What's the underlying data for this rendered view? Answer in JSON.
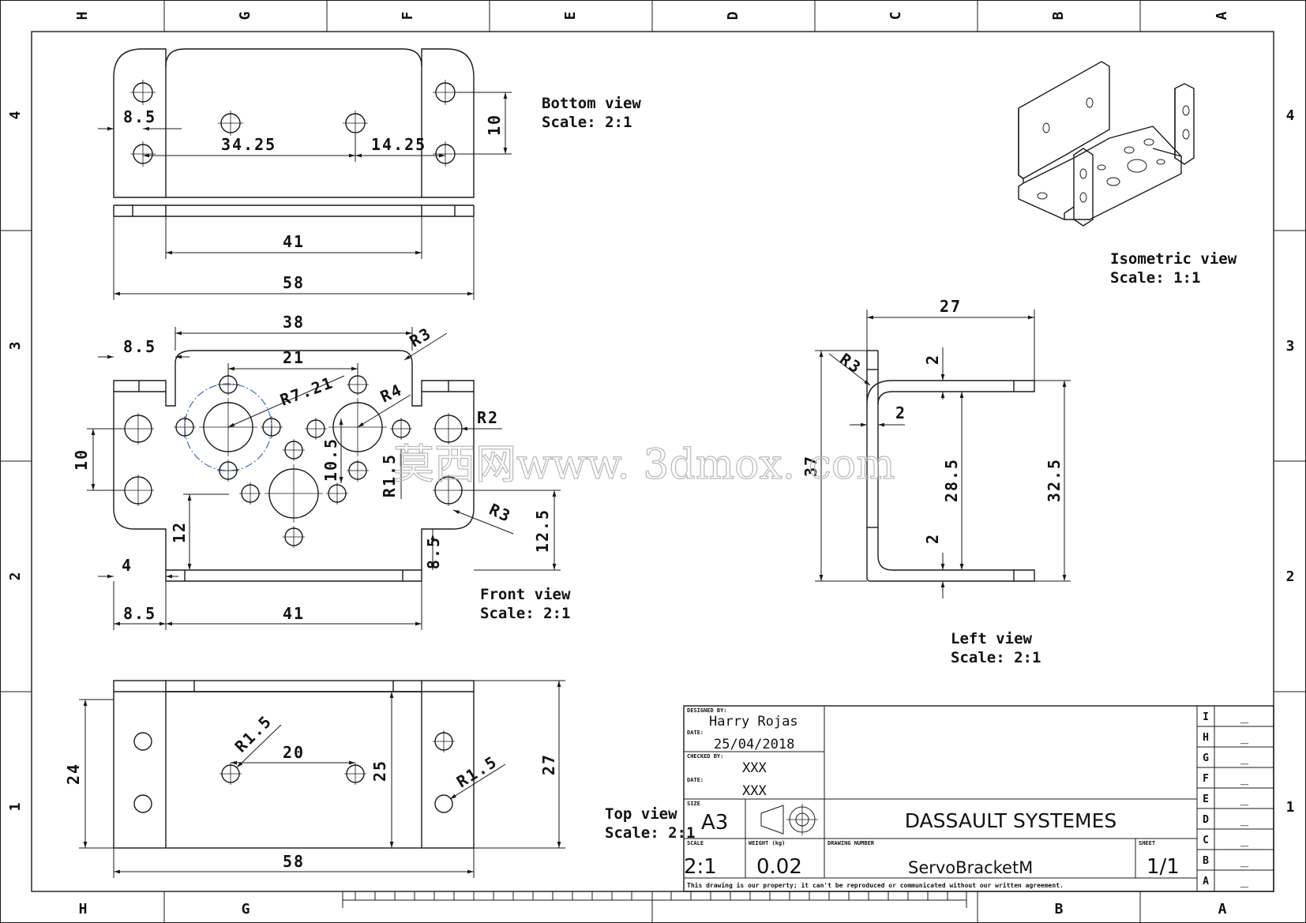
{
  "sheet": {
    "top_zones": [
      "H",
      "G",
      "F",
      "E",
      "D",
      "C",
      "B",
      "A"
    ],
    "bottom_zones": [
      "H",
      "G",
      "B",
      "A"
    ],
    "side_zones": [
      "4",
      "3",
      "2",
      "1"
    ]
  },
  "views": {
    "bottom": {
      "label": "Bottom view",
      "scale": "Scale:  2:1",
      "dims": {
        "d1": "8.5",
        "d2": "34.25",
        "d3": "14.25",
        "d4": "10",
        "d5": "41",
        "d6": "58"
      }
    },
    "front": {
      "label": "Front view",
      "scale": "Scale:  2:1",
      "dims": {
        "d1": "38",
        "d2": "8.5",
        "d3": "21",
        "d4": "R3",
        "d5": "R7.21",
        "d6": "R4",
        "d7": "R2",
        "d8": "10",
        "d9": "10.5",
        "d10": "R1.5",
        "d11": "R3",
        "d12": "12",
        "d13": "12.5",
        "d14": "4",
        "d15": "8.5",
        "d16": "8.5",
        "d17": "41"
      }
    },
    "left": {
      "label": "Left view",
      "scale": "Scale:  2:1",
      "dims": {
        "d1": "27",
        "d2": "R3",
        "d3": "2",
        "d4": "2",
        "d5": "37",
        "d6": "28.5",
        "d7": "32.5",
        "d8": "2"
      }
    },
    "top": {
      "label": "Top view",
      "scale": "Scale:  2:1",
      "dims": {
        "d1": "R1.5",
        "d2": "20",
        "d3": "R1.5",
        "d4": "24",
        "d5": "25",
        "d6": "27",
        "d7": "58"
      }
    },
    "isometric": {
      "label": "Isometric view",
      "scale": "Scale:  1:1"
    }
  },
  "title_block": {
    "designed_by_label": "DESIGNED BY:",
    "designer": "Harry Rojas",
    "date_label": "DATE:",
    "date": "25/04/2018",
    "checked_by_label": "CHECKED BY:",
    "checked_by": "XXX",
    "date2_label": "DATE:",
    "date2": "XXX",
    "size_label": "SIZE",
    "size": "A3",
    "company": "DASSAULT SYSTEMES",
    "scale_label": "SCALE",
    "scale": "2:1",
    "weight_label": "WEIGHT (kg)",
    "weight": "0.02",
    "drawing_number_label": "DRAWING NUMBER",
    "drawing_number": "ServoBracketM",
    "sheet_label": "SHEET",
    "sheet": "1/1",
    "footer": "This drawing is our property; it can't be reproduced or communicated without our written agreement.",
    "revisions": [
      "I",
      "H",
      "G",
      "F",
      "E",
      "D",
      "C",
      "B",
      "A"
    ],
    "revision_value": "_"
  },
  "watermark": "莫西网www. 3dmox. com"
}
